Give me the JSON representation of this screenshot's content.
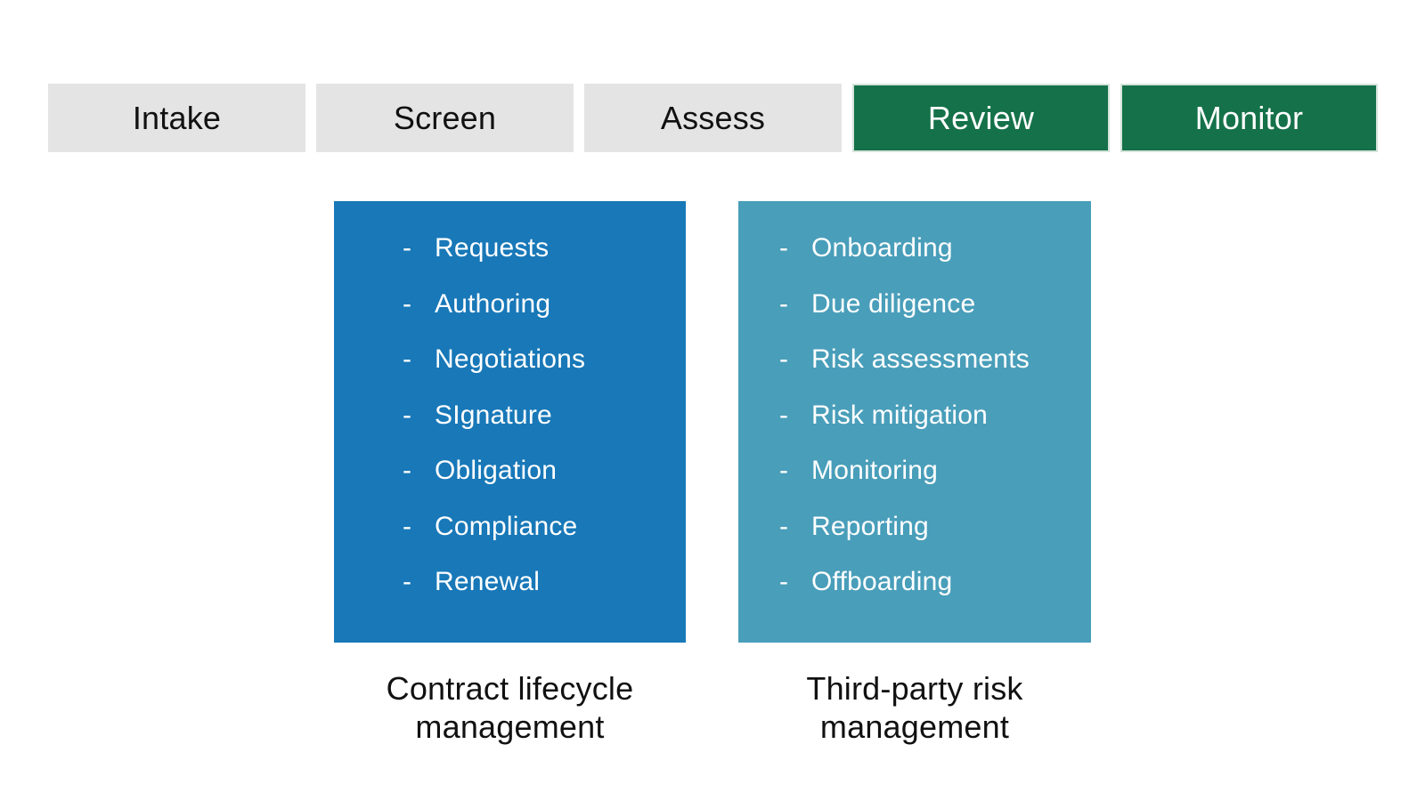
{
  "colors": {
    "stage_inactive_bg": "#e4e4e4",
    "stage_inactive_text": "#111111",
    "stage_active_bg": "#157149",
    "stage_active_text": "#ffffff",
    "panel_blue_bg": "#1878b8",
    "panel_teal_bg": "#499eba",
    "panel_text": "#ffffff",
    "caption_text": "#111111"
  },
  "bullet": "-",
  "stages": [
    {
      "label": "Intake",
      "active": false
    },
    {
      "label": "Screen",
      "active": false
    },
    {
      "label": "Assess",
      "active": false
    },
    {
      "label": "Review",
      "active": true
    },
    {
      "label": "Monitor",
      "active": true
    }
  ],
  "panels": [
    {
      "caption": "Contract lifecycle\nmanagement",
      "items": [
        "Requests",
        "Authoring",
        "Negotiations",
        "SIgnature",
        "Obligation",
        "Compliance",
        "Renewal"
      ]
    },
    {
      "caption": "Third-party risk\nmanagement",
      "items": [
        "Onboarding",
        "Due diligence",
        "Risk assessments",
        "Risk mitigation",
        "Monitoring",
        "Reporting",
        "Offboarding"
      ]
    }
  ]
}
